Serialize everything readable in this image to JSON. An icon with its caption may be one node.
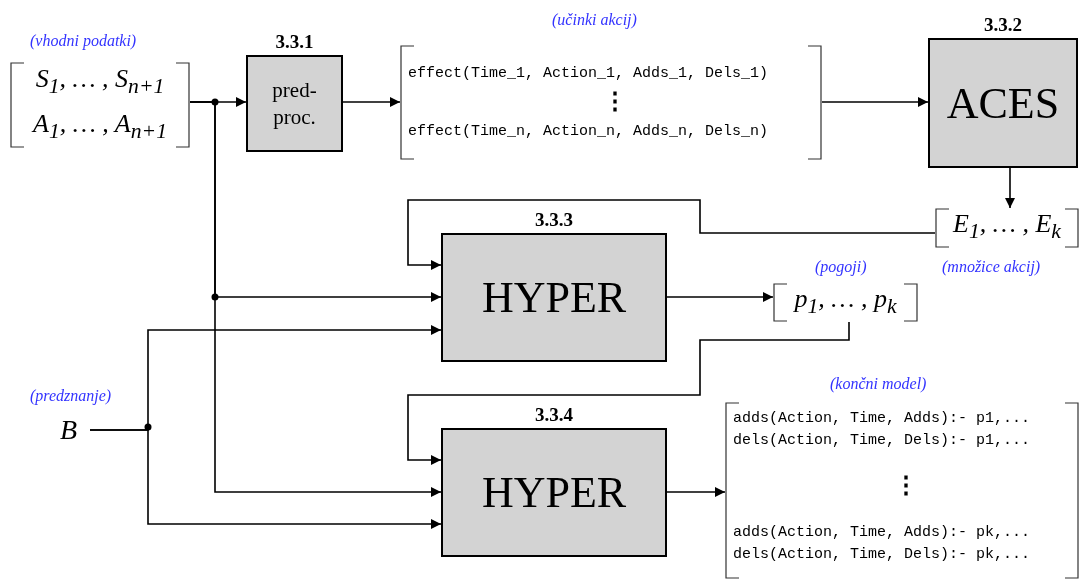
{
  "diagram": {
    "nodes": [
      {
        "text": [
          "S$_{1}$, … , S$_{n+1}$",
          "A$_{1}$, … , A$_{n+1}$"
        ],
        "beside": [
          "(vhodni podatki)"
        ]
      },
      {
        "text": [
          "3.3.1",
          "pred- proc."
        ]
      },
      {
        "text": [
          "effect(Time_1, Action_1, Adds_1, Dels_1)",
          "⋮",
          "effect(Time_n, Action_n, Adds_n, Dels_n)"
        ],
        "beside": [
          "(učinki akcij)"
        ]
      },
      {
        "text": [
          "3.3.2",
          "ACES"
        ]
      },
      {
        "text": [
          "E$_{1}$, … , E$_{k}$"
        ],
        "beside": [
          "(množice akcij)"
        ]
      },
      {
        "text": [
          "3.3.3",
          "HYPER"
        ]
      },
      {
        "text": [
          "p$_{1}$, … , p$_{k}$"
        ],
        "beside": [
          "(pogoji)"
        ]
      },
      {
        "text": [
          "B"
        ],
        "beside": [
          "(predznanje)"
        ]
      },
      {
        "text": [
          "3.3.4",
          "HYPER"
        ]
      },
      {
        "text": [
          "adds(Action, Time, Adds):- p1,...",
          "dels(Action, Time, Dels):- p1,...",
          "⋮",
          "adds(Action, Time, Adds):- pk,...",
          "dels(Action, Time, Dels):- pk,..."
        ],
        "beside": [
          "(končni model)"
        ]
      }
    ],
    "edges": [
      {
        "from": 0,
        "to": 1,
        "arrow": "to"
      },
      {
        "from": 0,
        "to": 5,
        "arrow": "to"
      },
      {
        "from": 0,
        "to": 8,
        "arrow": "to"
      },
      {
        "from": 1,
        "to": 2,
        "arrow": "to"
      },
      {
        "from": 2,
        "to": 3,
        "arrow": "to"
      },
      {
        "from": 3,
        "to": 4,
        "arrow": "to"
      },
      {
        "from": 4,
        "to": 5,
        "arrow": "to"
      },
      {
        "from": 5,
        "to": 6,
        "arrow": "to"
      },
      {
        "from": 7,
        "to": 5,
        "arrow": "to"
      },
      {
        "from": 7,
        "to": 8,
        "arrow": "to"
      },
      {
        "from": 6,
        "to": 8,
        "arrow": "to"
      },
      {
        "from": 8,
        "to": 9,
        "arrow": "to"
      }
    ]
  }
}
